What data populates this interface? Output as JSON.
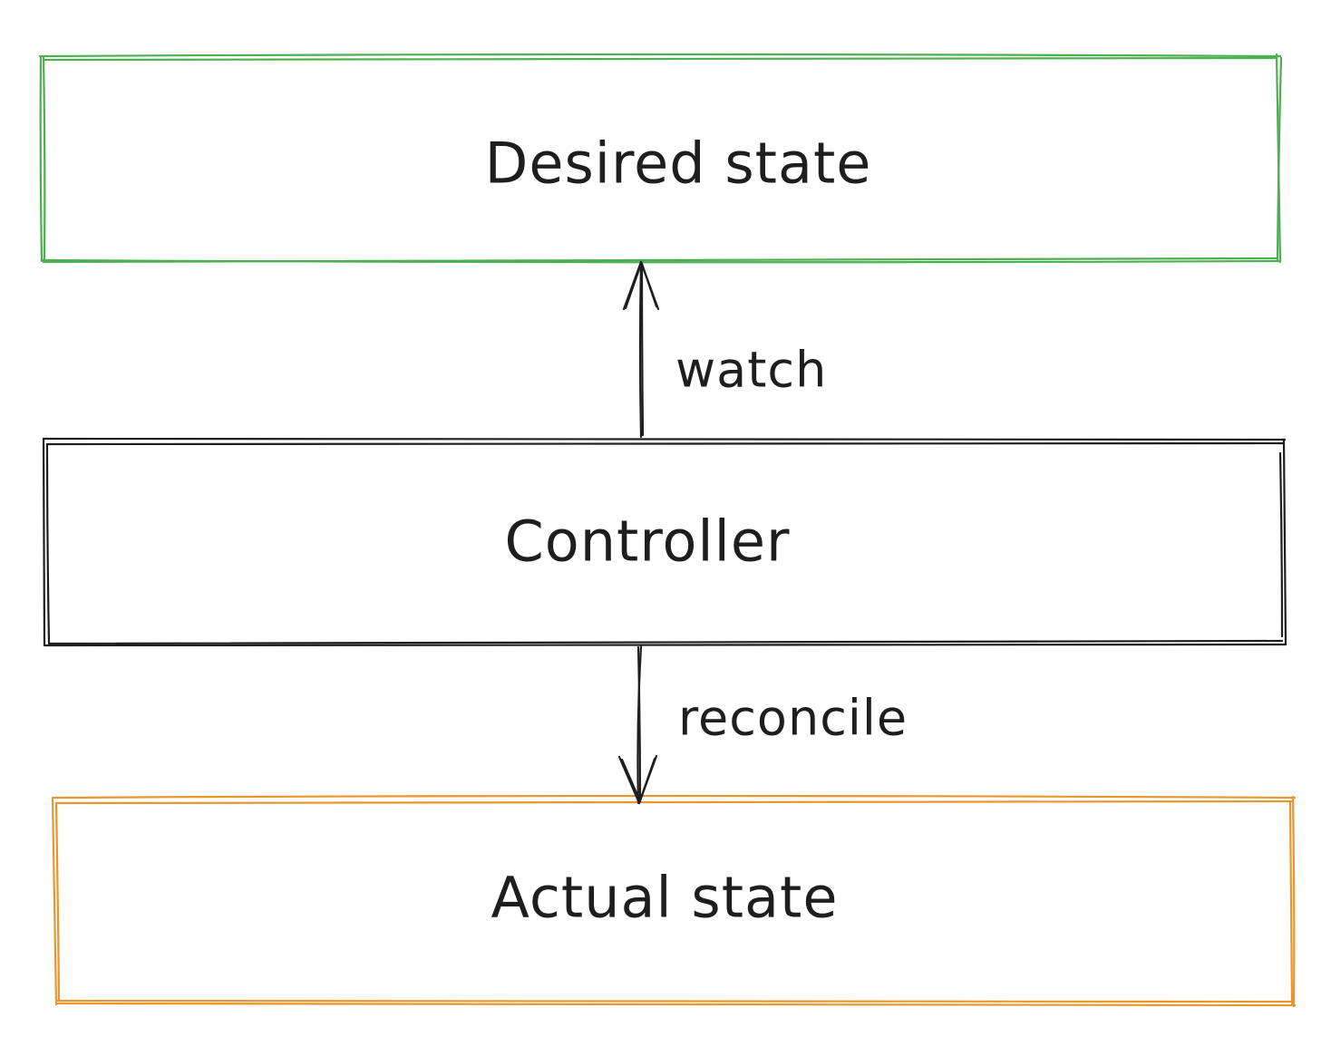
{
  "nodes": {
    "desired": {
      "label": "Desired state",
      "stroke_color": "#4caf50"
    },
    "controller": {
      "label": "Controller",
      "stroke_color": "#1e1e1e"
    },
    "actual": {
      "label": "Actual state",
      "stroke_color": "#e8962e"
    }
  },
  "edges": {
    "watch": {
      "label": "watch",
      "from": "controller",
      "to": "desired"
    },
    "reconcile": {
      "label": "reconcile",
      "from": "controller",
      "to": "actual"
    }
  },
  "style": {
    "edge_color": "#1e1e1e",
    "text_color": "#1e1e1e",
    "background": "#ffffff"
  }
}
